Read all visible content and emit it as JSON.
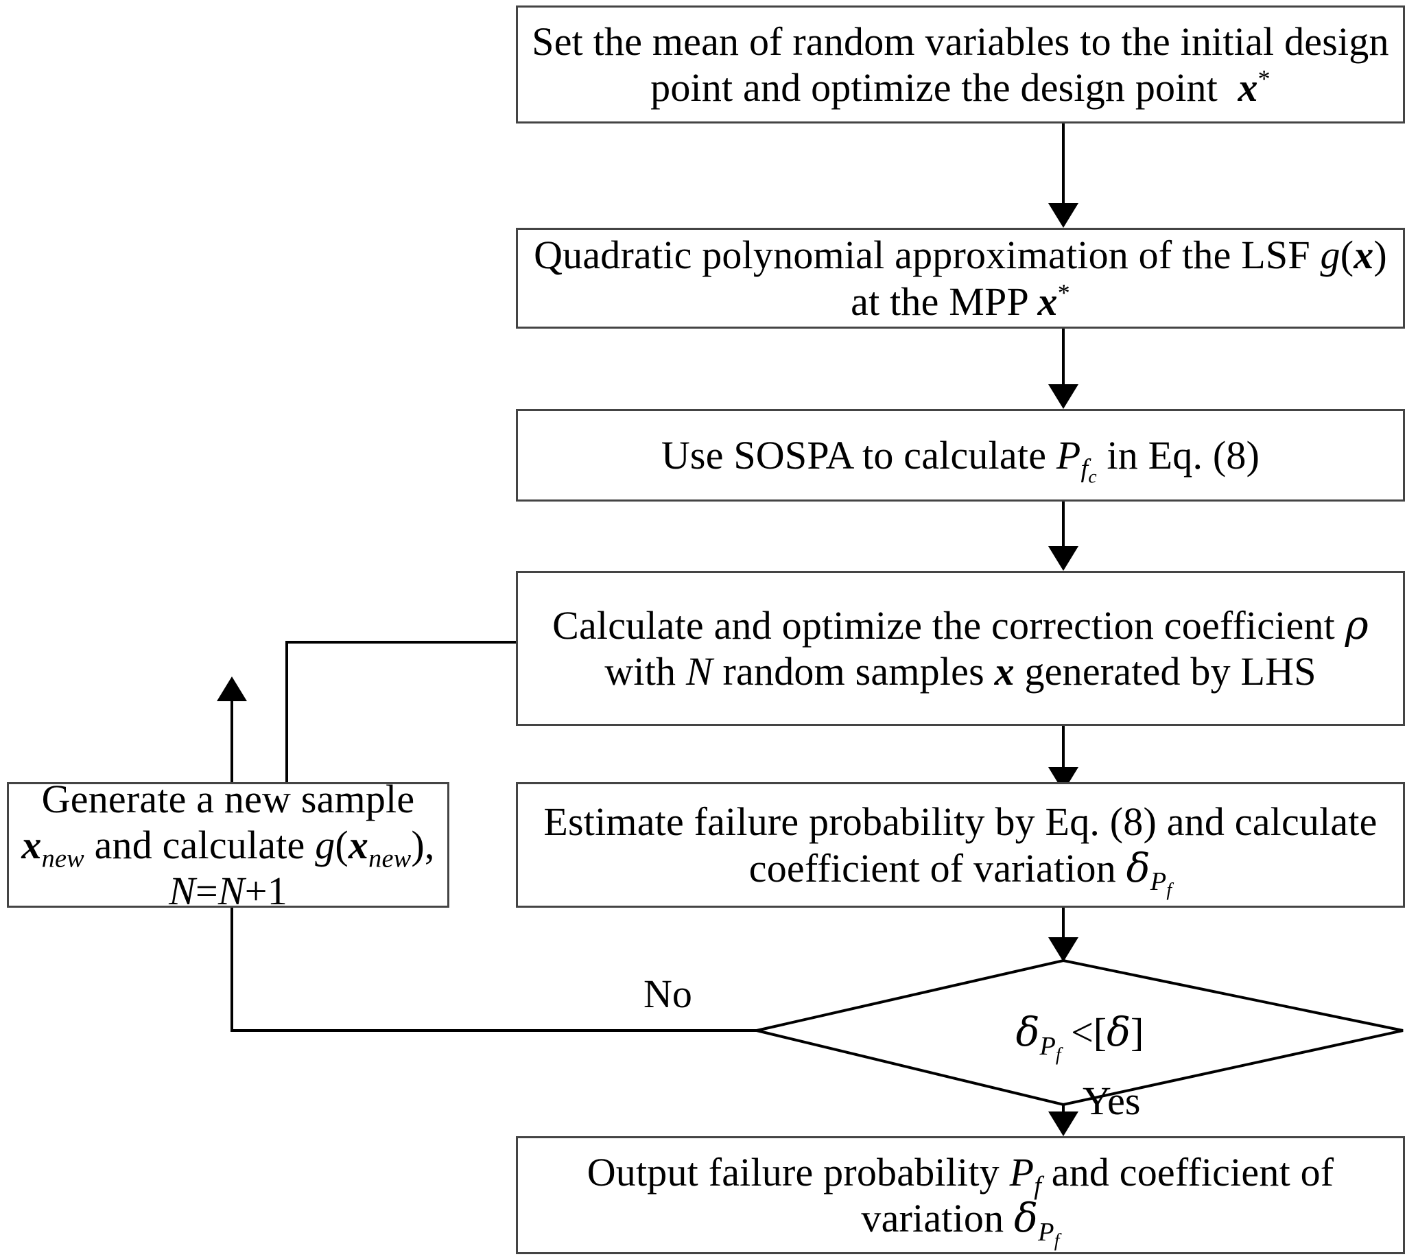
{
  "diagram": {
    "type": "flowchart",
    "title": "SOSPA-based failure probability estimation flowchart",
    "background_color": "#ffffff",
    "line_color": "#000000",
    "box_border_color": "#444444"
  },
  "nodes": {
    "set_mean": {
      "shape": "process",
      "text": "Set the mean of random variables to the initial design point and optimize the design point x*",
      "html": "Set the mean of random variables to the initial design point and optimize the design point&nbsp; <b class=\"v\">x</b><span class=\"sup\">*</span>"
    },
    "quadratic": {
      "shape": "process",
      "text": "Quadratic polynomial approximation of the LSF g(x) at the MPP x*",
      "html": "Quadratic polynomial approximation of the LSF <i class=\"v\">g</i>(<b class=\"v\">x</b>) at the MPP <b class=\"v\">x</b><span class=\"sup\">*</span>"
    },
    "sospa": {
      "shape": "process",
      "text": "Use SOSPA to calculate Pfc in Eq. (8)",
      "html": "Use SOSPA to calculate <i class=\"v\">P</i><span class=\"sub\"><i class=\"v\">f</i><span class=\"subsub\">c</span></span> in Eq. (8)"
    },
    "correction": {
      "shape": "process",
      "text": "Calculate and optimize the correction coefficient ρ with N random samples x generated by LHS",
      "html": "Calculate and optimize the correction coefficient <span class=\"gk\">ρ</span> with <i class=\"v\">N</i> random samples <b class=\"v\">x</b> generated by LHS"
    },
    "generate_sample": {
      "shape": "process",
      "text": "Generate a new sample xnew and calculate g(xnew), N=N+1",
      "html": "Generate a new sample <b class=\"v\">x</b><span class=\"sub\">new</span> and calculate <i class=\"v\">g</i>(<b class=\"v\">x</b><span class=\"sub\">new</span>), <i class=\"v\">N</i>=<i class=\"v\">N</i>+1"
    },
    "estimate": {
      "shape": "process",
      "text": "Estimate failure probability by Eq. (8) and calculate coefficient of variation δPf",
      "html": "Estimate failure probability by Eq. (8) and calculate coefficient of variation <span class=\"gk\">δ</span><span class=\"sub\"><i class=\"v\">P</i><span class=\"subsub\">f</span></span>"
    },
    "decision": {
      "shape": "decision",
      "text": "δPf < [δ]",
      "html": "<span class=\"gk\">δ</span><span class=\"sub\"><i class=\"v\">P</i><span class=\"subsub\">f</span></span> &lt;[<span class=\"gk\">δ</span>]"
    },
    "output": {
      "shape": "process",
      "text": "Output failure probability Pf and coefficient of variation δPf",
      "html": "Output failure probability <i class=\"v\">P</i><span class=\"sub\"><i class=\"v\">f</i></span> and coefficient of variation <span class=\"gk\">δ</span><span class=\"sub\"><i class=\"v\">P</i><span class=\"subsub\">f</span></span>"
    }
  },
  "edge_labels": {
    "no": "No",
    "yes": "Yes"
  }
}
